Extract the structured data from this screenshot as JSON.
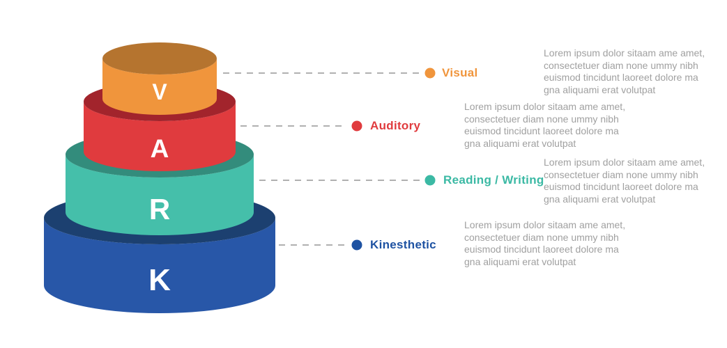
{
  "diagram": {
    "letter_color": "#FFFFFF",
    "connector_color": "#B0B0B0",
    "tiers": [
      {
        "letter": "V",
        "body_color": "#F0953C",
        "top_color": "#B5742F"
      },
      {
        "letter": "A",
        "body_color": "#E03B3E",
        "top_color": "#A2242C"
      },
      {
        "letter": "R",
        "body_color": "#45BFAA",
        "top_color": "#338C7C"
      },
      {
        "letter": "K",
        "body_color": "#2857A8",
        "top_color": "#1C4070"
      }
    ]
  },
  "legend": {
    "items": [
      {
        "label": "Visual",
        "color": "#F0953C",
        "description": "Lorem ipsum dolor sitaam ame amet,\nconsectetuer diam none ummy  nibh\neuismod tincidunt laoreet dolore ma\ngna aliquami erat volutpat"
      },
      {
        "label": "Auditory",
        "color": "#E03B3E",
        "description": "Lorem ipsum dolor sitaam ame amet,\nconsectetuer diam none ummy  nibh\neuismod tincidunt laoreet dolore ma\ngna aliquami erat volutpat"
      },
      {
        "label": "Reading / Writing",
        "color": "#3BB9A4",
        "description": "Lorem ipsum dolor sitaam ame amet,\nconsectetuer diam none ummy  nibh\neuismod tincidunt laoreet dolore ma\ngna aliquami erat volutpat"
      },
      {
        "label": "Kinesthetic",
        "color": "#1E52A2",
        "description": "Lorem ipsum dolor sitaam ame amet,\nconsectetuer diam none ummy  nibh\neuismod tincidunt laoreet dolore ma\ngna aliquami erat volutpat"
      }
    ]
  }
}
